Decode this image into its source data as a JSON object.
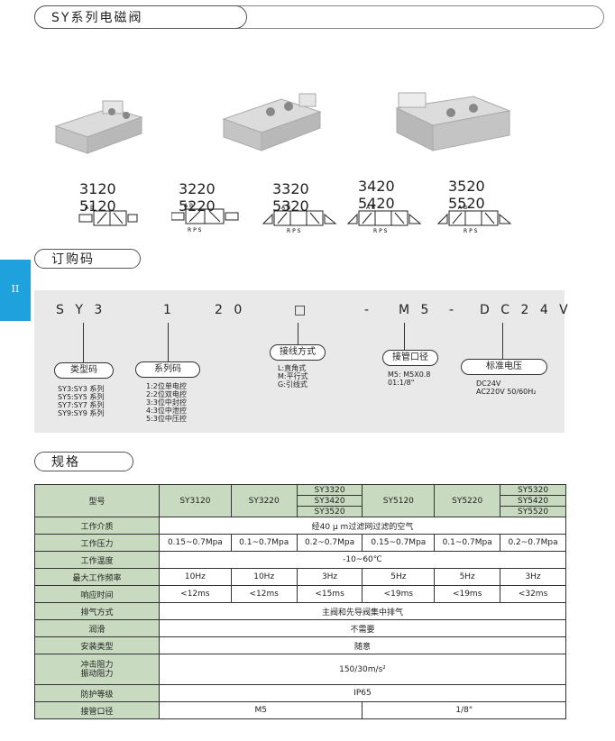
{
  "header": {
    "title": "SY系列电磁阀"
  },
  "side_tab": {
    "label": "II"
  },
  "products": [
    {
      "line1": "3120",
      "line2": "5120"
    },
    {
      "line1": "3220",
      "line2": "5220"
    },
    {
      "line1": "3320",
      "line2": "5320"
    },
    {
      "line1": "3420",
      "line2": "5420"
    },
    {
      "line1": "3520",
      "line2": "5520"
    }
  ],
  "symbol_labels": {
    "ab": "A  B",
    "rps": "R P S"
  },
  "order": {
    "title": "订购码",
    "codes": [
      "S Y 3",
      "1",
      "2 0",
      "□",
      "-",
      "M 5",
      "-",
      "D C 2 4 V"
    ],
    "tags": {
      "type": "类型码",
      "series": "系列码",
      "wiring": "接线方式",
      "port": "接管口径",
      "voltage": "标准电压"
    },
    "notes": {
      "type": "SY3:SY3 系列\nSY5:SY5 系列\nSY7:SY7 系列\nSY9:SY9 系列",
      "series": "1:2位单电控\n2:2位双电控\n3:3位中封控\n4:3位中泄控\n5:3位中压控",
      "wiring": "L:直角式\nM:平行式\nG:引线式",
      "port": "M5: M5X0.8\n01:1/8\"",
      "voltage": "DC24V\nAC220V 50/60H₂"
    }
  },
  "spec": {
    "title": "规格",
    "model_label": "型号",
    "models": {
      "m1": "SY3120",
      "m2": "SY3220",
      "m3a": "SY3320",
      "m3b": "SY3420",
      "m3c": "SY3520",
      "m4": "SY5120",
      "m5": "SY5220",
      "m6a": "SY5320",
      "m6b": "SY5420",
      "m6c": "SY5520"
    },
    "rows": {
      "medium": {
        "label": "工作介质",
        "value": "经40 μ m过滤网过滤的空气"
      },
      "pressure": {
        "label": "工作压力",
        "values": [
          "0.15~0.7Mpa",
          "0.1~0.7Mpa",
          "0.2~0.7Mpa",
          "0.15~0.7Mpa",
          "0.1~0.7Mpa",
          "0.2~0.7Mpa"
        ]
      },
      "temp": {
        "label": "工作温度",
        "value": "-10~60℃"
      },
      "freq": {
        "label": "最大工作频率",
        "values": [
          "10Hz",
          "10Hz",
          "3Hz",
          "5Hz",
          "5Hz",
          "3Hz"
        ]
      },
      "response": {
        "label": "响应时间",
        "values": [
          "<12ms",
          "<12ms",
          "<15ms",
          "<19ms",
          "<19ms",
          "<32ms"
        ]
      },
      "exhaust": {
        "label": "排气方式",
        "value": "主阀和先导阀集中排气"
      },
      "lube": {
        "label": "润滑",
        "value": "不需要"
      },
      "mount": {
        "label": "安装类型",
        "value": "随意"
      },
      "shock": {
        "label1": "冲击阻力",
        "label2": "振动阻力",
        "value": "150/30m/s²"
      },
      "protect": {
        "label": "防护等级",
        "value": "IP65"
      },
      "port": {
        "label": "接管口径",
        "value_a": "M5",
        "value_b": "1/8\""
      }
    }
  }
}
